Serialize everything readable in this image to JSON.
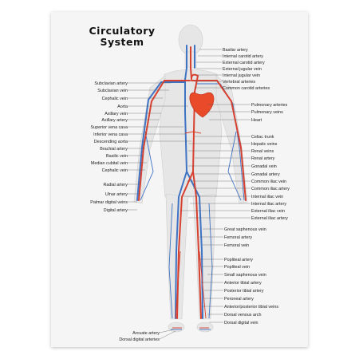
{
  "title": {
    "line1": "Circulatory",
    "line2": "System"
  },
  "colors": {
    "artery": "#d8402f",
    "vein": "#3f73c4",
    "heart": "#e84a2a",
    "body": "#e6e6e6",
    "background": "#f5f5f5"
  },
  "labels_left": [
    "Subclavian artery",
    "Subclavian vein",
    "Cephalic vein",
    "Aorta",
    "Axillary vein",
    "Axillary artery",
    "Superior vena cava",
    "Inferior vena cava",
    "Descending aorta",
    "Brachial artery",
    "Basilic vein",
    "Median cubital vein",
    "Cephalic vein",
    "Radial artery",
    "Ulnar artery",
    "Palmar digital veins",
    "Digital artery",
    "Arcuate artery",
    "Dorsal digital arteries"
  ],
  "labels_right": [
    "Basilar artery",
    "Internal carotid artery",
    "External carotid artery",
    "External jugular vein",
    "Internal jugular vein",
    "Vertebral arteries",
    "Common carotid arteries",
    "Pulmonary arteries",
    "Pulmonary veins",
    "Heart",
    "Celiac trunk",
    "Hepatic veins",
    "Renal veins",
    "Renal artery",
    "Gonadal vein",
    "Gonadal artery",
    "Common iliac vein",
    "Common iliac artery",
    "Internal iliac vein",
    "Internal iliac artery",
    "External iliac vein",
    "External iliac artery",
    "Great saphenous vein",
    "Femoral artery",
    "Femoral vein",
    "Popliteal artery",
    "Popliteal vein",
    "Small saphenous vein",
    "Anterior tibial artery",
    "Posterior tibial artery",
    "Peroneal artery",
    "Anterior/posterior tibial veins",
    "Dorsal venous arch",
    "Dorsal digital vein"
  ]
}
